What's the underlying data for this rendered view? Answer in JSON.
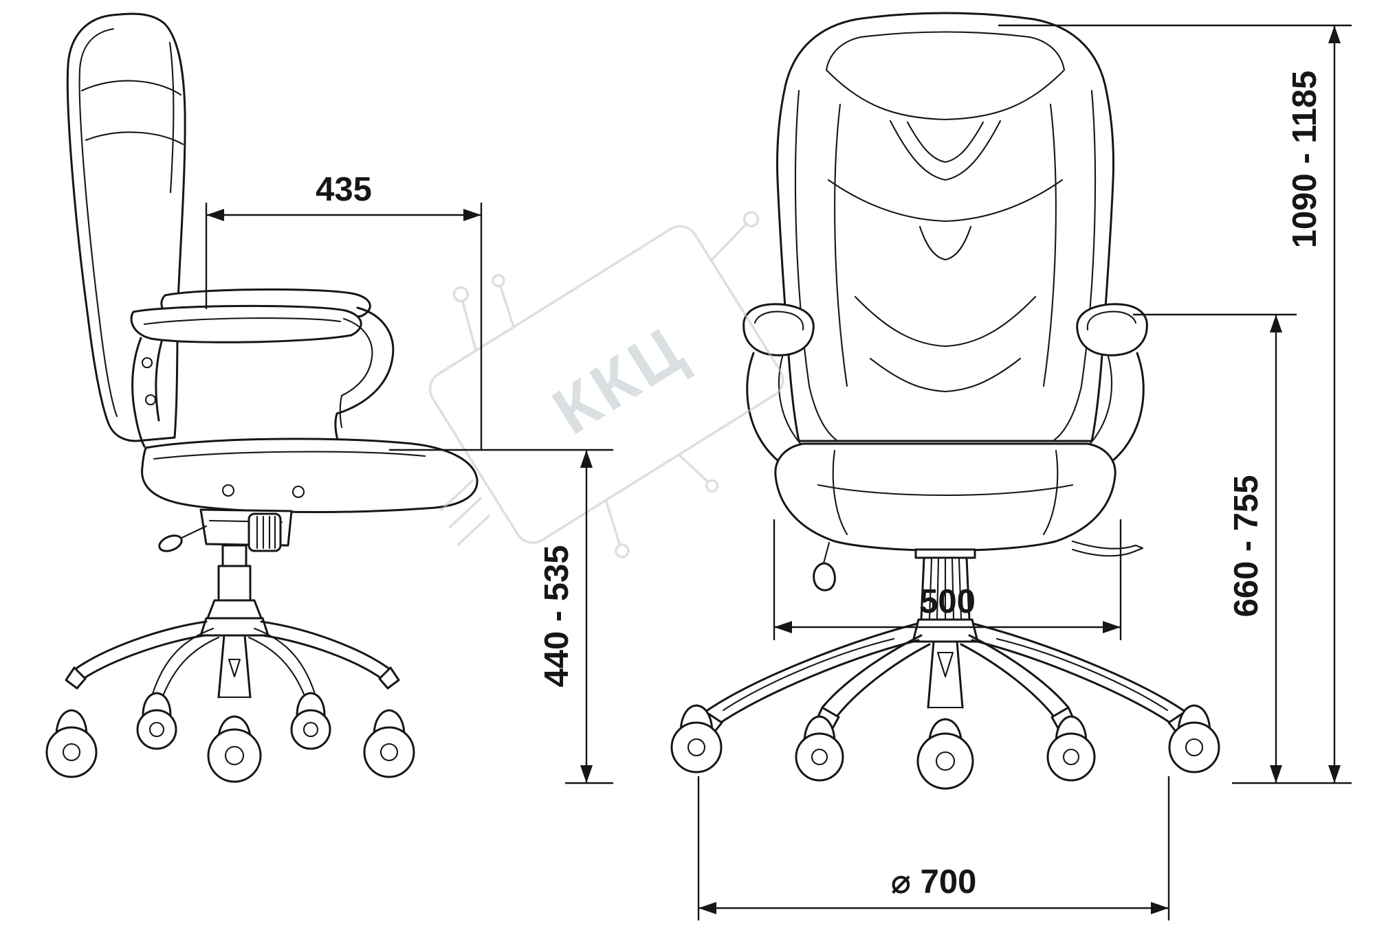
{
  "theme": {
    "bg": "#ffffff",
    "ink": "#161616",
    "wm": "#bdc6cc"
  },
  "watermark": {
    "text": "ККЦ"
  },
  "dimensions": {
    "seat_depth": {
      "label": "435"
    },
    "seat_height": {
      "label": "440 - 535"
    },
    "seat_width": {
      "label": "500"
    },
    "overall_height": {
      "label": "1090 - 1185"
    },
    "armrest_height": {
      "label": "660 - 755"
    },
    "base_diameter": {
      "label": "⌀ 700"
    }
  }
}
